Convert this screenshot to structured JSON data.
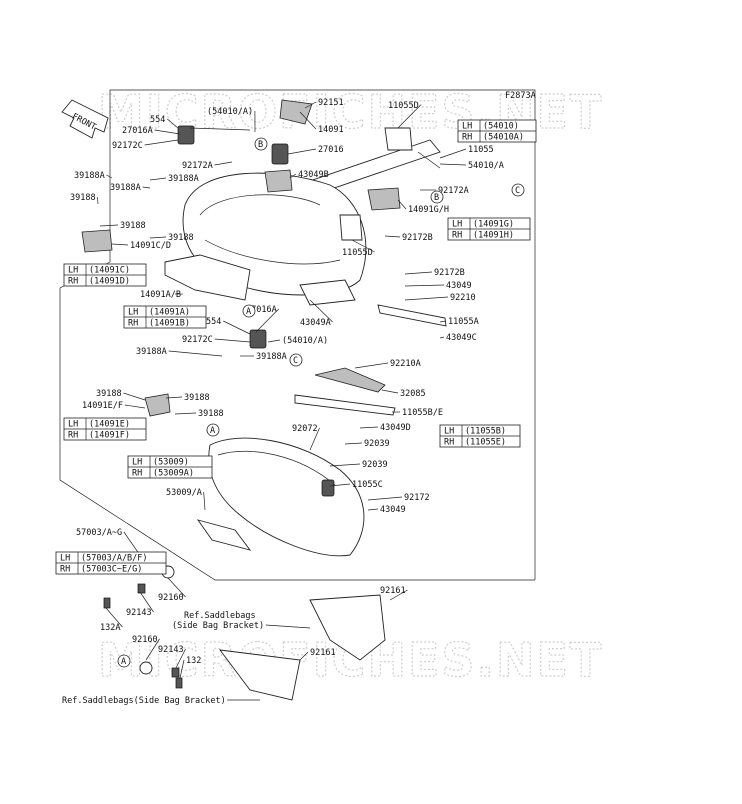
{
  "figure_code": "F2873A",
  "front_label": "FRONT",
  "watermarks": [
    "MICROFICHES.NET",
    "MICROFICHES.NET"
  ],
  "callouts": [
    "A",
    "B",
    "C",
    "B",
    "C",
    "A",
    "A"
  ],
  "side_boxes": [
    {
      "lh": "LH",
      "lh_val": "(54010)",
      "rh": "RH",
      "rh_val": "(54010A)"
    },
    {
      "lh": "LH",
      "lh_val": "(14091G)",
      "rh": "RH",
      "rh_val": "(14091H)"
    },
    {
      "lh": "LH",
      "lh_val": "(14091C)",
      "rh": "RH",
      "rh_val": "(14091D)"
    },
    {
      "lh": "LH",
      "lh_val": "(14091A)",
      "rh": "RH",
      "rh_val": "(14091B)"
    },
    {
      "lh": "LH",
      "lh_val": "(11055B)",
      "rh": "RH",
      "rh_val": "(11055E)"
    },
    {
      "lh": "LH",
      "lh_val": "(14091E)",
      "rh": "RH",
      "rh_val": "(14091F)"
    },
    {
      "lh": "LH",
      "lh_val": "(53009)",
      "rh": "RH",
      "rh_val": "(53009A)"
    },
    {
      "lh": "LH",
      "lh_val": "(57003/A/B/F)",
      "rh": "RH",
      "rh_val": "(57003C~E/G)"
    }
  ],
  "labels": [
    "554",
    "(54010/A)",
    "92151",
    "11055D",
    "27016A",
    "14091",
    "92172C",
    "27016",
    "11055",
    "54010/A",
    "92172A",
    "43049B",
    "92172A",
    "39188A",
    "39188A",
    "39188A",
    "39188",
    "14091G/H",
    "39188",
    "92172B",
    "39188",
    "14091C/D",
    "11055D",
    "92172B",
    "43049",
    "92210",
    "14091A/B",
    "27016A",
    "43049A",
    "11055A",
    "554",
    "43049C",
    "92172C",
    "(54010/A)",
    "39188A",
    "39188A",
    "92210A",
    "32085",
    "39188",
    "39188",
    "14091E/F",
    "39188",
    "11055B/E",
    "43049D",
    "92072",
    "92039",
    "92039",
    "11055C",
    "92172",
    "43049",
    "53009/A",
    "57003/A~G",
    "92160",
    "92143",
    "132A",
    "92161",
    "Ref.Saddlebags",
    "(Side Bag Bracket)",
    "92160",
    "92143",
    "132",
    "92161",
    "Ref.Saddlebags(Side Bag Bracket)"
  ]
}
